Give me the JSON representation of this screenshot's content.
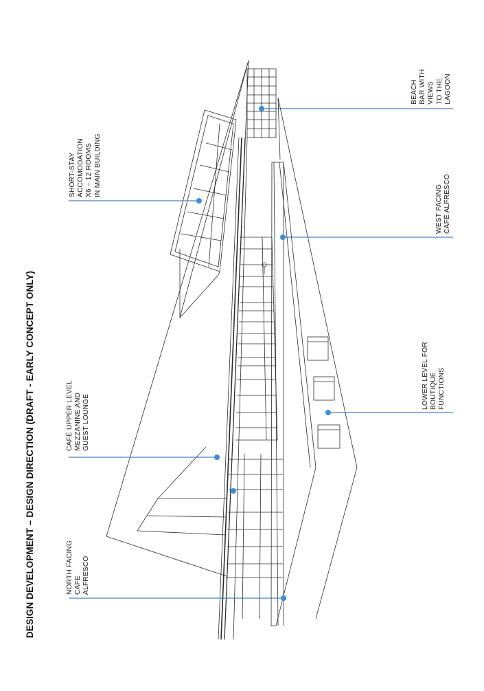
{
  "title": "DESIGN DEVELOPMENT – DESIGN DIRECTION (DRAFT - EARLY CONCEPT ONLY)",
  "annotations": [
    {
      "id": "north-cafe",
      "lines": [
        "NORTH FACING",
        "CAFE",
        "ALFRESCO"
      ]
    },
    {
      "id": "upper-level",
      "lines": [
        "CAFÉ UPPER LEVEL",
        "MEZZANINE AND",
        "GUEST LOUNGE"
      ]
    },
    {
      "id": "short-stay",
      "lines": [
        "SHORT-STAY",
        "ACCOMODATION",
        "X6 – 12 ROOMS",
        "IN MAIN BUILDING"
      ]
    },
    {
      "id": "beach-bar",
      "lines": [
        "BEACH",
        "BAR WITH",
        "VIEWS",
        "TO THE",
        "LAGOON"
      ]
    },
    {
      "id": "west-cafe",
      "lines": [
        "WEST FACING",
        "CAFÉ ALFRESCO"
      ]
    },
    {
      "id": "lower-level",
      "lines": [
        "LOWER LEVEL FOR",
        "BOUTIQUE",
        "FUNCTIONS"
      ]
    }
  ],
  "colors": {
    "leader": "#1f5fa8",
    "marker": "#3a8fd6",
    "linework": "#2b2b2b"
  }
}
